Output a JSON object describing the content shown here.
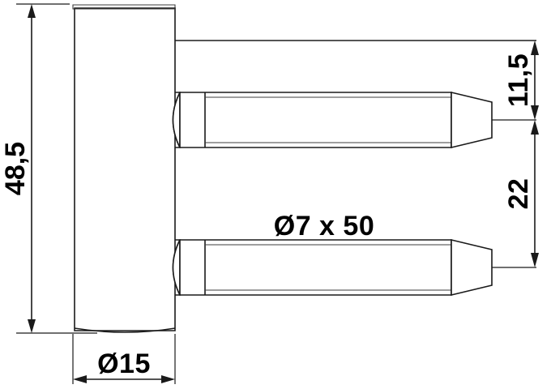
{
  "drawing": {
    "title": "Hinge pin technical drawing",
    "type": "engineering-dimension-drawing",
    "units": "mm",
    "line_color": "#1a1a1a",
    "reference_line_color": "#555555",
    "background": "#ffffff"
  },
  "dimensions": {
    "overall_height": {
      "label": "48,5",
      "orientation": "vertical",
      "position": "left",
      "value": 48.5
    },
    "plate_width": {
      "label": "Ø15",
      "orientation": "horizontal",
      "position": "bottom",
      "value": 15
    },
    "upper_offset": {
      "label": "11,5",
      "orientation": "vertical",
      "position": "right",
      "value": 11.5
    },
    "pin_spacing": {
      "label": "22",
      "orientation": "vertical",
      "position": "right",
      "value": 22
    },
    "pin_spec": {
      "label": "Ø7 x 50",
      "orientation": "horizontal",
      "position": "center",
      "diameter": 7,
      "length": 50
    }
  },
  "parts": {
    "plate": {
      "name": "mounting-plate",
      "shape": "rectangular-flange"
    },
    "pin_upper": {
      "name": "upper-dowel-pin",
      "shape": "tapered-cylindrical-pin"
    },
    "pin_lower": {
      "name": "lower-dowel-pin",
      "shape": "tapered-cylindrical-pin"
    }
  }
}
